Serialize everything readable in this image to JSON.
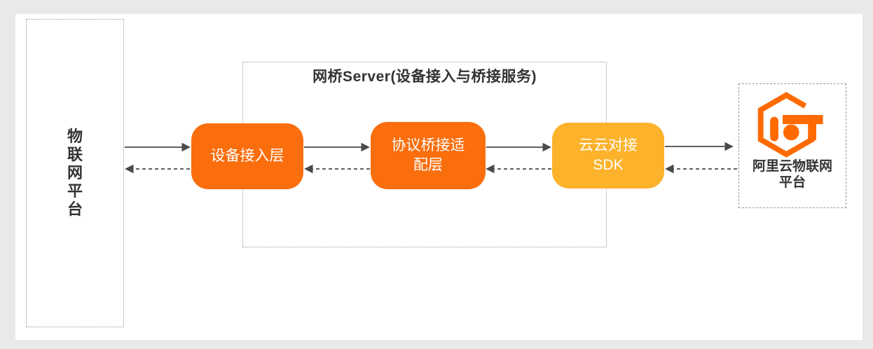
{
  "canvas": {
    "background": "#e9e9e9",
    "card_background": "#ffffff"
  },
  "colors": {
    "box_orange": "#FA6E0D",
    "box_amber": "#FCB22B",
    "logo_orange": "#FF6A00",
    "arrow_gray": "#4a4a4a",
    "border_gray": "#999999",
    "text_dark": "#333333"
  },
  "left_panel": {
    "label": "物联网平台"
  },
  "bridge_server": {
    "title": "网桥Server(设备接入与桥接服务)",
    "boxes": [
      {
        "label": "设备接入层",
        "lines": [
          "设备接入层"
        ]
      },
      {
        "label": "协议桥接适配层",
        "lines": [
          "协议桥接适",
          "配层"
        ]
      },
      {
        "label": "云云对接SDK",
        "lines": [
          "云云对接",
          "SDK"
        ]
      }
    ]
  },
  "cloud_panel": {
    "logo_icon": "aliyun-iot-hexagon-logo",
    "label_line1": "阿里云物联网",
    "label_line2": "平台"
  },
  "flows": {
    "forward_style": "solid-arrow-right",
    "backward_style": "dashed-arrow-left"
  }
}
